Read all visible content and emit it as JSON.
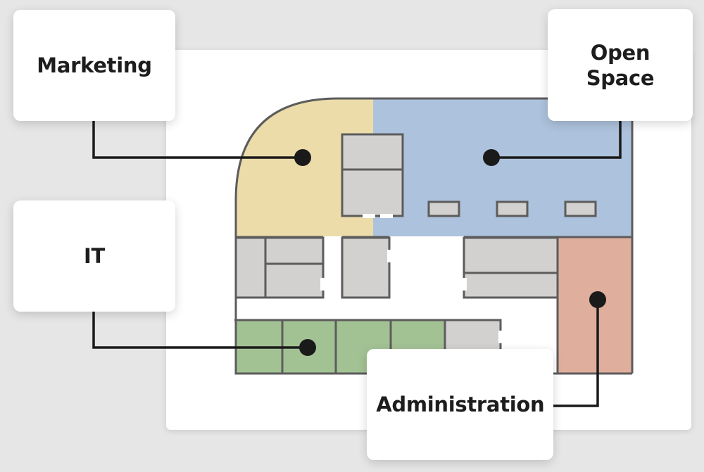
{
  "zones": {
    "marketing": {
      "label": "Marketing",
      "color": "#ecdcaa"
    },
    "open_space": {
      "label": "Open Space",
      "color": "#adc2dc"
    },
    "it": {
      "label": "IT",
      "color": "#a3c294"
    },
    "administration": {
      "label": "Administration",
      "color": "#dfae9c"
    }
  },
  "colors": {
    "room": "#d3d1cf",
    "wall": "#5c5c5c",
    "connector": "#1a1a1a",
    "card": "#ffffff",
    "background": "#e6e6e6"
  }
}
